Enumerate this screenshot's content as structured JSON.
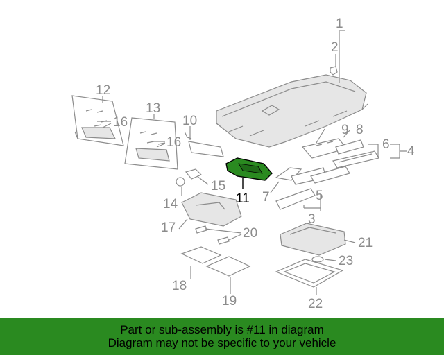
{
  "callouts": [
    "1",
    "2",
    "3",
    "4",
    "5",
    "6",
    "7",
    "8",
    "9",
    "10",
    "11",
    "12",
    "13",
    "14",
    "15",
    "16",
    "16",
    "17",
    "18",
    "19",
    "20",
    "21",
    "22",
    "23"
  ],
  "highlighted_part": "11",
  "colors": {
    "highlight": "#2a8a20",
    "banner": "#2a8a20",
    "line": "#8c8c8c",
    "label": "#8c8c8c"
  },
  "banner": {
    "line1": "Part or sub-assembly is #11 in diagram",
    "line2": "Diagram may not be specific to your vehicle"
  }
}
